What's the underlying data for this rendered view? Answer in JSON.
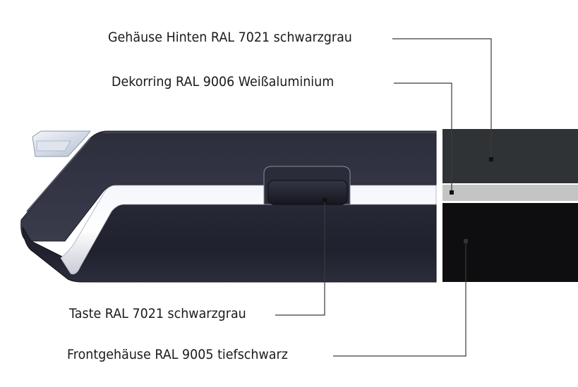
{
  "callouts": {
    "housing_back": "Gehäuse Hinten RAL 7021 schwarzgrau",
    "decor_ring": "Dekorring RAL 9006 Weißaluminium",
    "button": "Taste RAL 7021 schwarzgrau",
    "front_housing": "Frontgehäuse RAL 9005 tiefschwarz"
  },
  "colors": {
    "ral_7021": "#2f3335",
    "ral_9006": "#c3c5c4",
    "ral_9005": "#0e0e10",
    "leader_line": "#3a3a3a"
  }
}
